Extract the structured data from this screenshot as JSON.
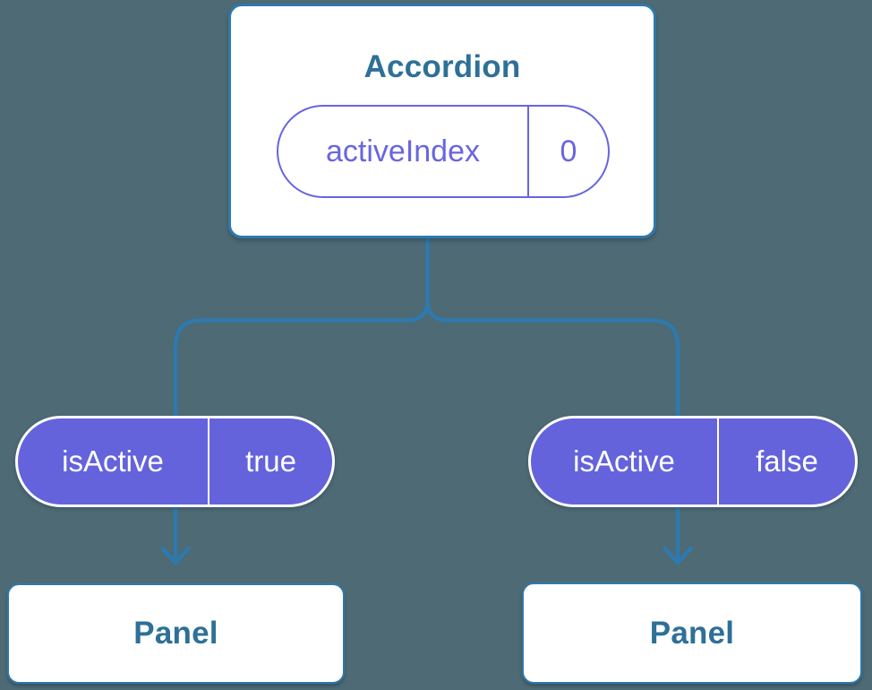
{
  "colors": {
    "background": "#4D6A75",
    "connector_line": "#2E79AD",
    "card_border": "#2E79AD",
    "card_text": "#2E7097",
    "state_pill_border": "#6765DF",
    "state_pill_text": "#6866E0",
    "prop_pill_fill": "#6463DC",
    "prop_pill_text": "#FFFFFF"
  },
  "root": {
    "title": "Accordion",
    "state": {
      "name": "activeIndex",
      "value": "0"
    }
  },
  "branches": [
    {
      "prop_name": "isActive",
      "prop_value": "true",
      "panel_label": "Panel"
    },
    {
      "prop_name": "isActive",
      "prop_value": "false",
      "panel_label": "Panel"
    }
  ]
}
